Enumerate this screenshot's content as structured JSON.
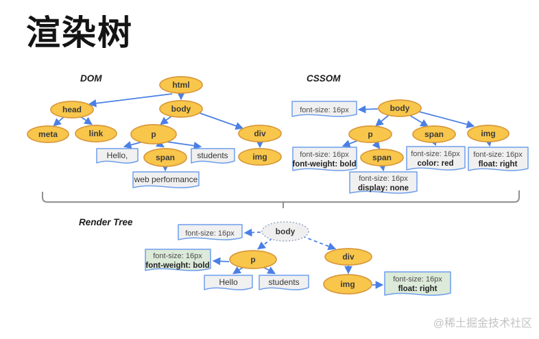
{
  "title": "渲染树",
  "watermark": "@稀土掘金技术社区",
  "colors": {
    "node_fill": "#F8C64B",
    "node_border": "#D9983B",
    "arrow_blue": "#4A80E4",
    "box_fill": "#F0F0F0",
    "box_border": "#6D9EEB",
    "green_fill": "#DCEAD9",
    "merged_fill": "#EFEFEF",
    "bracket_gray": "#8F8F8F"
  },
  "dom": {
    "label": "DOM",
    "nodes": {
      "html": "html",
      "head": "head",
      "body": "body",
      "meta": "meta",
      "link": "link",
      "p": "p",
      "div": "div",
      "span": "span",
      "img": "img"
    },
    "texts": {
      "hello": "Hello,",
      "students": "students",
      "web_performance": "web performance"
    }
  },
  "cssom": {
    "label": "CSSOM",
    "nodes": {
      "body": "body",
      "p": "p",
      "span": "span",
      "span_child": "span",
      "img": "img"
    },
    "styles": {
      "body": {
        "line1": "font-size: 16px"
      },
      "p": {
        "line1": "font-size: 16px",
        "line2": "font-weight: bold"
      },
      "span": {
        "line1": "font-size: 16px",
        "line2": "color: red"
      },
      "span_child": {
        "line1": "font-size: 16px",
        "line2": "display: none"
      },
      "img": {
        "line1": "font-size: 16px",
        "line2": "float: right"
      }
    }
  },
  "render_tree": {
    "label": "Render Tree",
    "nodes": {
      "body": "body",
      "p": "p",
      "div": "div",
      "img": "img"
    },
    "texts": {
      "hello": "Hello",
      "students": "students"
    },
    "styles": {
      "body": {
        "line1": "font-size: 16px"
      },
      "p": {
        "line1": "font-size: 16px",
        "line2": "font-weight: bold"
      },
      "img": {
        "line1": "font-size: 16px",
        "line2": "float: right"
      }
    }
  }
}
